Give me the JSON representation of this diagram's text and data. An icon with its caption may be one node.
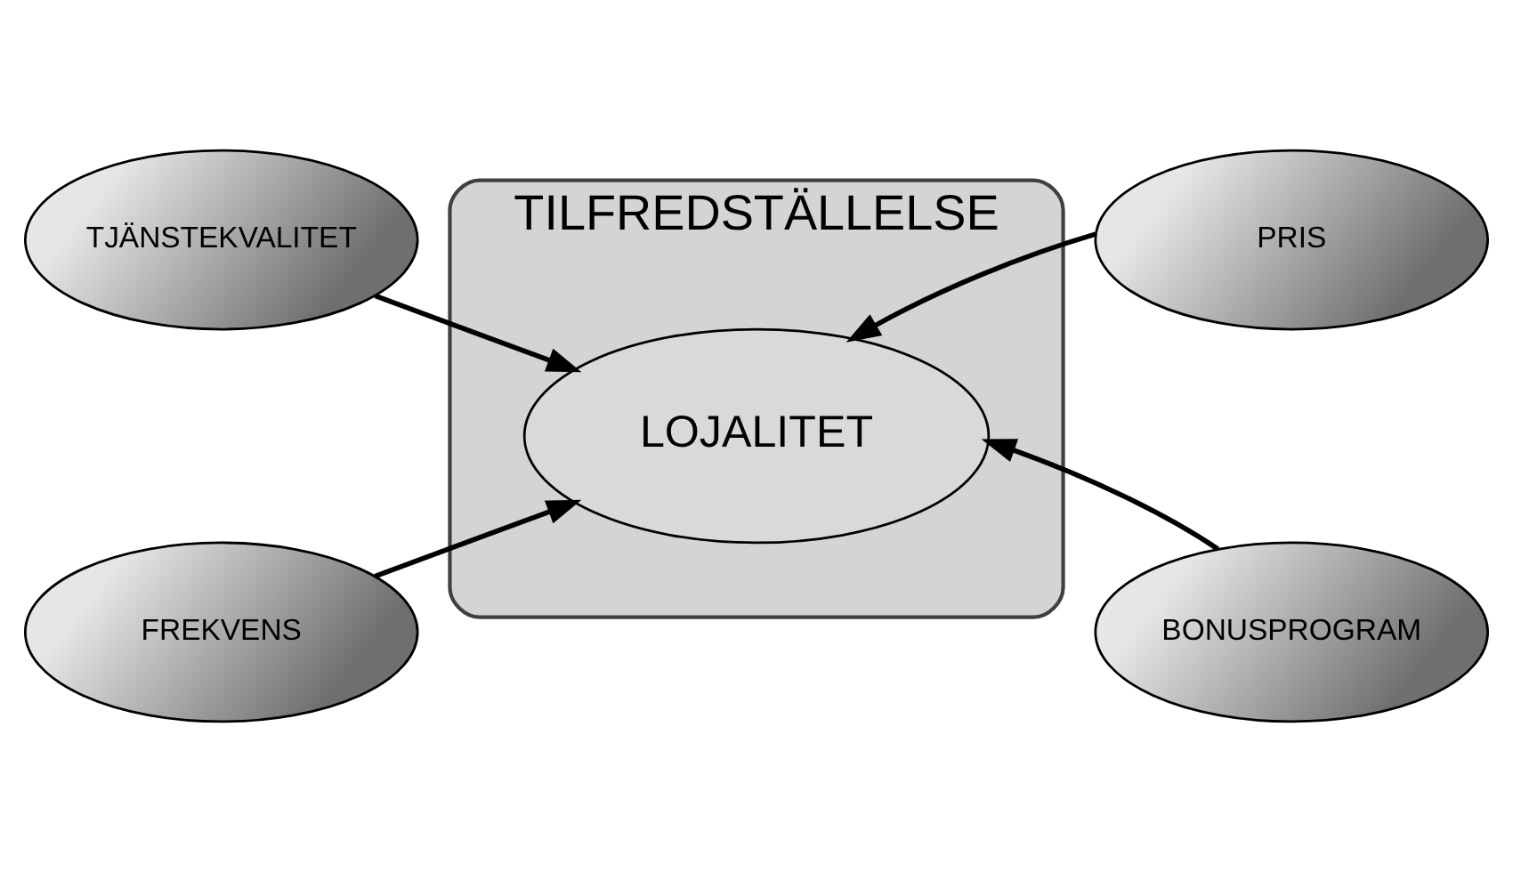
{
  "diagram": {
    "nodes": [
      {
        "text": [
          "TJÄNSTEKVALITET"
        ]
      },
      {
        "text": [
          "PRIS"
        ]
      },
      {
        "text": [
          "TILFREDSTÄLLELSE"
        ]
      },
      {
        "text": [
          "LOJALITET"
        ],
        "in": 2
      },
      {
        "text": [
          "FREKVENS"
        ]
      },
      {
        "text": [
          "BONUSPROGRAM"
        ]
      }
    ],
    "edges": [
      {
        "from": 0,
        "to": 3,
        "arrow": "to"
      },
      {
        "from": 1,
        "to": 3,
        "arrow": "to"
      },
      {
        "from": 4,
        "to": 3,
        "arrow": "to"
      },
      {
        "from": 5,
        "to": 3,
        "arrow": "to"
      }
    ]
  }
}
